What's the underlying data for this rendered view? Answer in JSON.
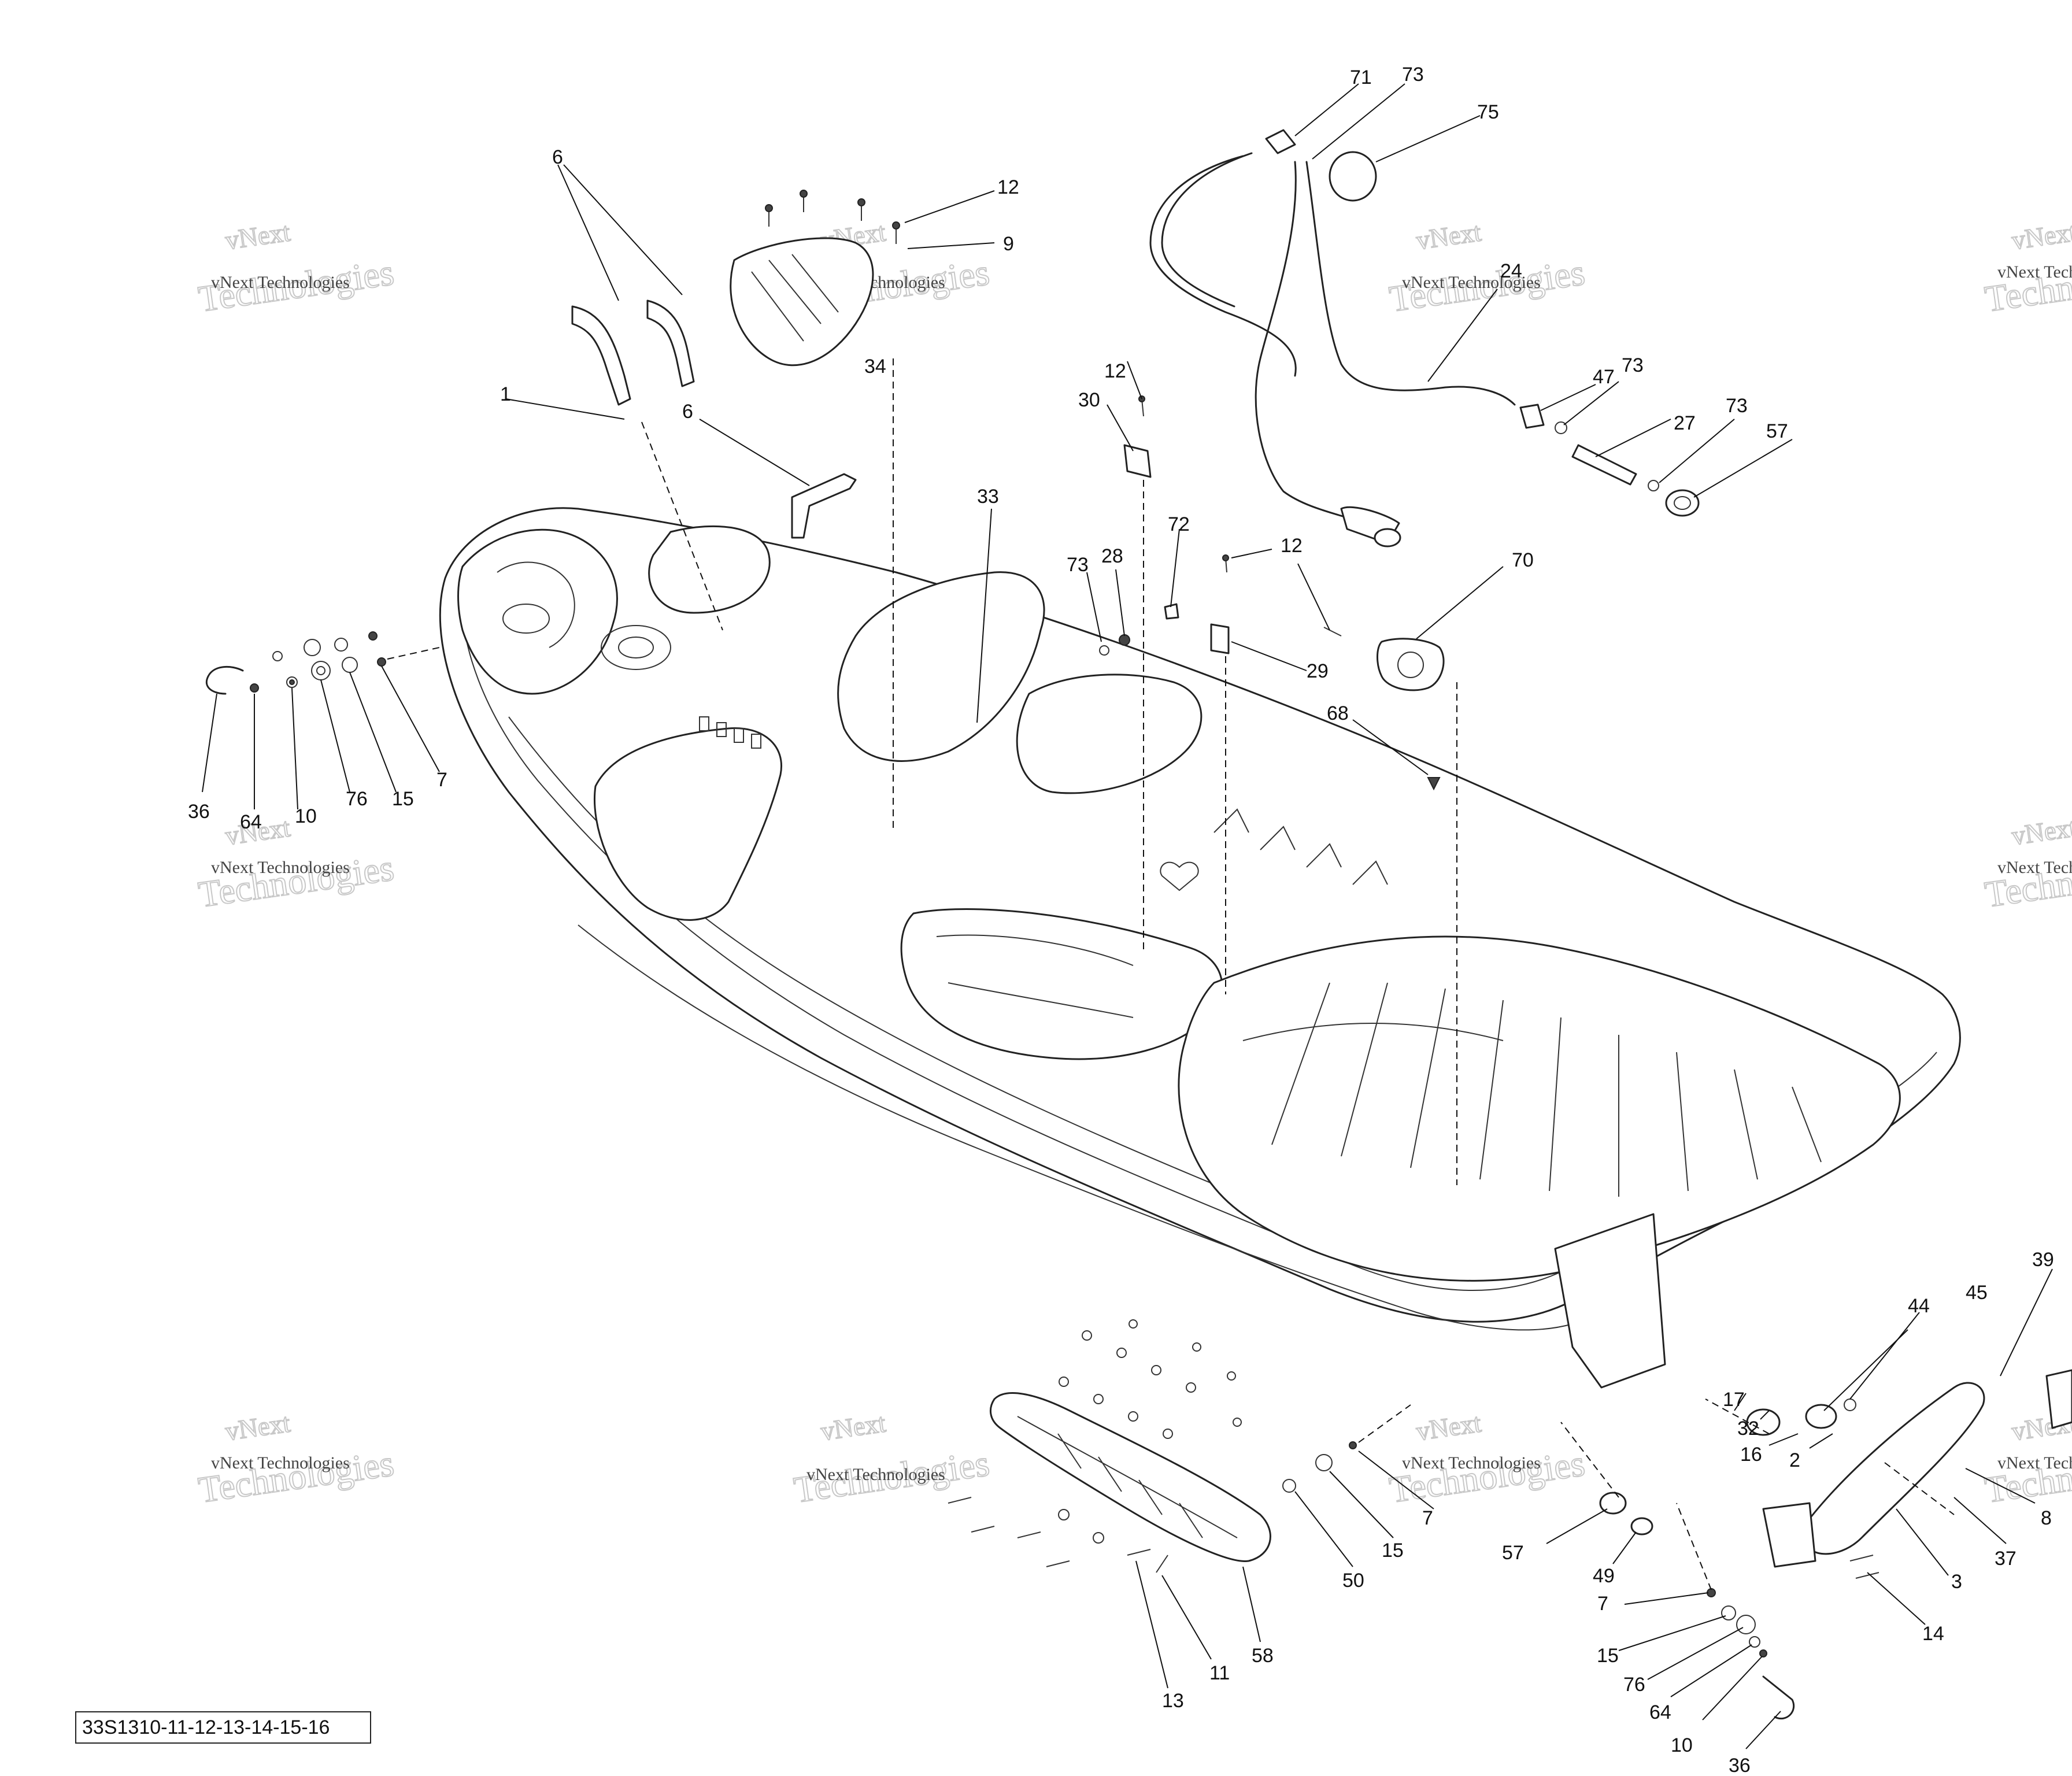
{
  "diagram_code": "33S1310-11-12-13-14-15-16",
  "watermark": {
    "line1": "vNext Technologies",
    "line2": "vNext",
    "line3": "Technologies"
  },
  "callouts": [
    {
      "id": "c71",
      "text": "71"
    },
    {
      "id": "c73a",
      "text": "73"
    },
    {
      "id": "c75",
      "text": "75"
    },
    {
      "id": "c6a",
      "text": "6"
    },
    {
      "id": "c12a",
      "text": "12"
    },
    {
      "id": "c9a",
      "text": "9"
    },
    {
      "id": "c24",
      "text": "24"
    },
    {
      "id": "c34",
      "text": "34"
    },
    {
      "id": "c1",
      "text": "1"
    },
    {
      "id": "c6b",
      "text": "6"
    },
    {
      "id": "c12b",
      "text": "12"
    },
    {
      "id": "c30",
      "text": "30"
    },
    {
      "id": "c47",
      "text": "47"
    },
    {
      "id": "c73b",
      "text": "73"
    },
    {
      "id": "c27",
      "text": "27"
    },
    {
      "id": "c73c",
      "text": "73"
    },
    {
      "id": "c57a",
      "text": "57"
    },
    {
      "id": "c33",
      "text": "33"
    },
    {
      "id": "c72",
      "text": "72"
    },
    {
      "id": "c73d",
      "text": "73"
    },
    {
      "id": "c28",
      "text": "28"
    },
    {
      "id": "c12c",
      "text": "12"
    },
    {
      "id": "c70",
      "text": "70"
    },
    {
      "id": "c29",
      "text": "29"
    },
    {
      "id": "c68",
      "text": "68"
    },
    {
      "id": "c36a",
      "text": "36"
    },
    {
      "id": "c64a",
      "text": "64"
    },
    {
      "id": "c10a",
      "text": "10"
    },
    {
      "id": "c76a",
      "text": "76"
    },
    {
      "id": "c15a",
      "text": "15"
    },
    {
      "id": "c7a",
      "text": "7"
    },
    {
      "id": "c39",
      "text": "39"
    },
    {
      "id": "c44",
      "text": "44"
    },
    {
      "id": "c45",
      "text": "45"
    },
    {
      "id": "c17",
      "text": "17"
    },
    {
      "id": "c32",
      "text": "32"
    },
    {
      "id": "c16",
      "text": "16"
    },
    {
      "id": "c2",
      "text": "2"
    },
    {
      "id": "c8",
      "text": "8"
    },
    {
      "id": "c37",
      "text": "37"
    },
    {
      "id": "c3",
      "text": "3"
    },
    {
      "id": "c14",
      "text": "14"
    },
    {
      "id": "c57b",
      "text": "57"
    },
    {
      "id": "c49",
      "text": "49"
    },
    {
      "id": "c50",
      "text": "50"
    },
    {
      "id": "c15b",
      "text": "15"
    },
    {
      "id": "c7b",
      "text": "7"
    },
    {
      "id": "c7c",
      "text": "7"
    },
    {
      "id": "c15c",
      "text": "15"
    },
    {
      "id": "c76b",
      "text": "76"
    },
    {
      "id": "c64b",
      "text": "64"
    },
    {
      "id": "c10b",
      "text": "10"
    },
    {
      "id": "c36b",
      "text": "36"
    },
    {
      "id": "c13",
      "text": "13"
    },
    {
      "id": "c11",
      "text": "11"
    },
    {
      "id": "c58",
      "text": "58"
    }
  ]
}
